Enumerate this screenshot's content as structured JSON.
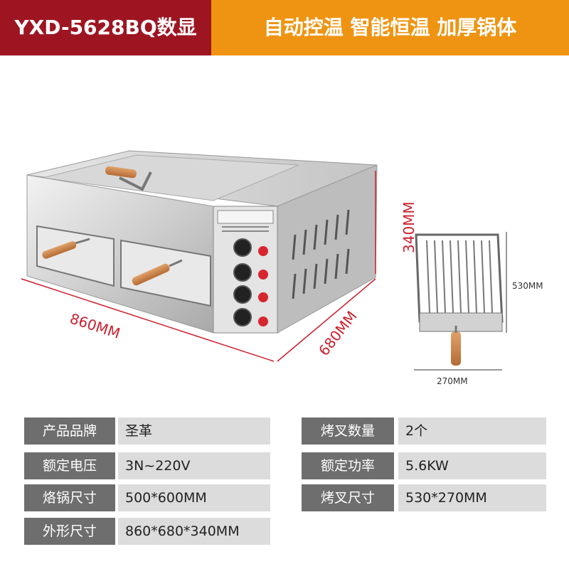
{
  "banner": {
    "model": "YXD-5628BQ数显",
    "slogan": "自动控温 智能恒温 加厚锅体"
  },
  "dimensions": {
    "width": "860MM",
    "depth": "680MM",
    "height": "340MM",
    "fork_length": "530MM",
    "fork_width": "270MM"
  },
  "specs": {
    "rows": [
      {
        "label": "产品品牌",
        "value": "圣革"
      },
      {
        "label": "额定电压",
        "value": "3N~220V"
      },
      {
        "label": "烙锅尺寸",
        "value": "500*600MM"
      },
      {
        "label": "外形尺寸",
        "value": "860*680*340MM"
      },
      {
        "label": "烤叉数量",
        "value": "2个"
      },
      {
        "label": "额定功率",
        "value": "5.6KW"
      },
      {
        "label": "烤叉尺寸",
        "value": "530*270MM"
      }
    ]
  },
  "icons": [
    "machine-illustration",
    "roasting-fork-illustration",
    "control-knob-icon",
    "indicator-light-icon"
  ],
  "colors": {
    "banner_left": "#9e1522",
    "banner_right": "#ef9412",
    "dimension_red": "#cc1f2d",
    "label_bg": "#6e6e6e",
    "value_bg": "#dcdcdc"
  }
}
